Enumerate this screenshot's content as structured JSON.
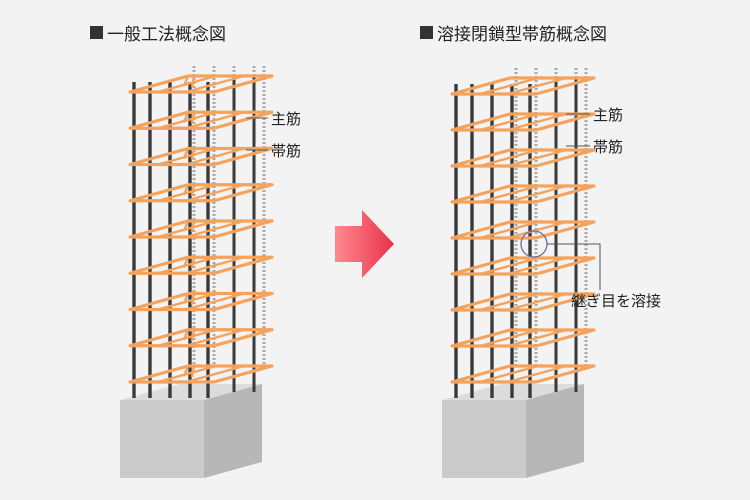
{
  "left_panel": {
    "heading": "一般工法概念図",
    "labels": {
      "main_rebar": "主筋",
      "hoop": "帯筋"
    }
  },
  "right_panel": {
    "heading": "溶接閉鎖型帯筋概念図",
    "labels": {
      "main_rebar": "主筋",
      "hoop": "帯筋",
      "weld_note": "継ぎ目を溶接"
    }
  },
  "colors": {
    "rebar": "#3a3a3a",
    "rebar_light": "#a9a9a9",
    "hoop": "#f5a35c",
    "concrete_top": "#d9d9d9",
    "concrete_front": "#c6c6c6",
    "concrete_side": "#b4b4b4",
    "arrow": "#e8324a"
  }
}
